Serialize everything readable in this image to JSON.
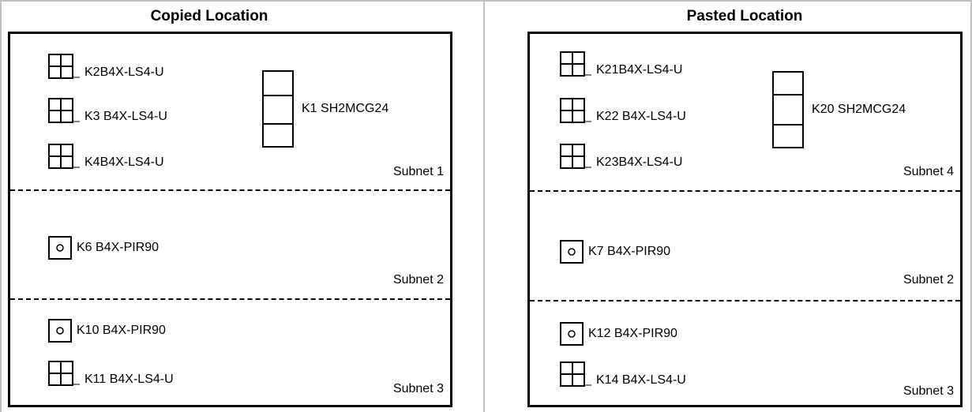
{
  "panels": [
    {
      "title": "Copied Location",
      "controller": {
        "label": "K1 SH2MCG24",
        "icon": "controller-icon"
      },
      "subnets": [
        {
          "label": "Subnet 1",
          "devices": [
            {
              "label": "K2B4X-LS4-U",
              "icon": "keypad-4-button-icon"
            },
            {
              "label": "K3 B4X-LS4-U",
              "icon": "keypad-4-button-icon"
            },
            {
              "label": "K4B4X-LS4-U",
              "icon": "keypad-4-button-icon"
            }
          ]
        },
        {
          "label": "Subnet 2",
          "devices": [
            {
              "label": "K6 B4X-PIR90",
              "icon": "motion-sensor-icon"
            }
          ]
        },
        {
          "label": "Subnet 3",
          "devices": [
            {
              "label": "K10 B4X-PIR90",
              "icon": "motion-sensor-icon"
            },
            {
              "label": "K11 B4X-LS4-U",
              "icon": "keypad-4-button-icon"
            }
          ]
        }
      ]
    },
    {
      "title": "Pasted Location",
      "controller": {
        "label": "K20 SH2MCG24",
        "icon": "controller-icon"
      },
      "subnets": [
        {
          "label": "Subnet 4",
          "devices": [
            {
              "label": "K21B4X-LS4-U",
              "icon": "keypad-4-button-icon"
            },
            {
              "label": "K22 B4X-LS4-U",
              "icon": "keypad-4-button-icon"
            },
            {
              "label": "K23B4X-LS4-U",
              "icon": "keypad-4-button-icon"
            }
          ]
        },
        {
          "label": "Subnet 2",
          "devices": [
            {
              "label": "K7 B4X-PIR90",
              "icon": "motion-sensor-icon"
            }
          ]
        },
        {
          "label": "Subnet 3",
          "devices": [
            {
              "label": "K12 B4X-PIR90",
              "icon": "motion-sensor-icon"
            },
            {
              "label": "K14 B4X-LS4-U",
              "icon": "keypad-4-button-icon"
            }
          ]
        }
      ]
    }
  ],
  "colors": {
    "line": "#000000",
    "frame": "#bfbfbf",
    "background": "#ffffff"
  }
}
